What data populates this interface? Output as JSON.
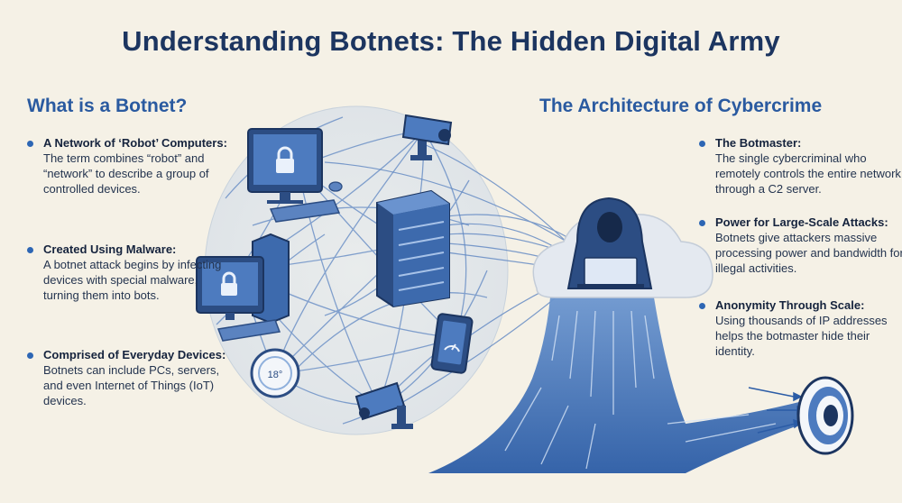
{
  "title": "Understanding Botnets: The Hidden Digital Army",
  "left_section": {
    "heading": "What is a Botnet?",
    "items": [
      {
        "title": "A Network of ‘Robot’ Computers:",
        "body": "The term combines “robot” and “network” to describe a group of controlled devices."
      },
      {
        "title": "Created Using Malware:",
        "body": "A botnet attack begins by infecting devices with special malware, turning them into bots."
      },
      {
        "title": "Comprised of Everyday Devices:",
        "body": "Botnets can include PCs, servers, and even Internet of Things (IoT) devices."
      }
    ]
  },
  "right_section": {
    "heading": "The Architecture of Cybercrime",
    "items": [
      {
        "title": "The Botmaster:",
        "body": "The single cybercriminal who remotely controls the entire network through a C2 server."
      },
      {
        "title": "Power for Large-Scale Attacks:",
        "body": "Botnets give attackers massive processing power and bandwidth for illegal activities."
      },
      {
        "title": "Anonymity Through Scale:",
        "body": "Using thousands of IP addresses helps the botmaster hide their identity."
      }
    ]
  },
  "thermostat_reading": "18°",
  "icons": [
    "desktop-lock-icon",
    "security-camera-icon",
    "server-icon",
    "pc-tower-lock-icon",
    "tablet-gauge-icon",
    "thermostat-icon",
    "hooded-hacker-icon",
    "target-icon"
  ],
  "colors": {
    "background": "#f5f1e6",
    "title": "#1c3560",
    "accent": "#2a5aa0",
    "stream": "#3a6db5"
  }
}
